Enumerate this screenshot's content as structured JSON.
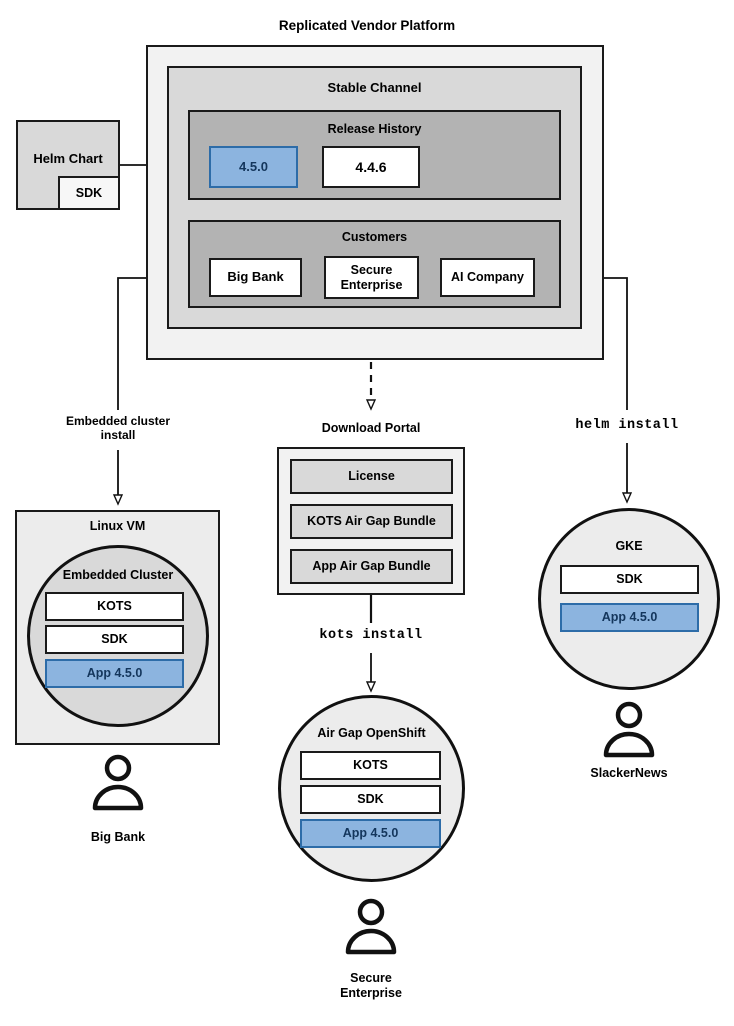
{
  "diagram": {
    "title": "Replicated Vendor Platform",
    "colors": {
      "accent_blue_fill": "#8cb4df",
      "accent_blue_border": "#2d6ca8",
      "accent_blue_text": "#14365c",
      "panel_outer": "#f2f2f2",
      "panel_mid": "#d9d9d9",
      "panel_inner": "#b3b3b3",
      "stroke": "#1a1a1a",
      "background": "#ffffff"
    }
  },
  "platform": {
    "title": "Replicated Vendor Platform",
    "channel": {
      "title": "Stable Channel",
      "release_history": {
        "title": "Release History",
        "releases": [
          {
            "version": "4.5.0",
            "highlighted": true
          },
          {
            "version": "4.4.6",
            "highlighted": false
          }
        ]
      },
      "customers": {
        "title": "Customers",
        "items": [
          {
            "name": "Big Bank"
          },
          {
            "name": "Secure\nEnterprise"
          },
          {
            "name": "AI Company"
          }
        ]
      }
    }
  },
  "helm_chart": {
    "title": "Helm Chart",
    "sdk_label": "SDK"
  },
  "paths": {
    "embedded": {
      "label": "Embedded cluster\ninstall",
      "style": "solid"
    },
    "download": {
      "label": "Download Portal",
      "style": "dashed"
    },
    "helm": {
      "label": "helm install",
      "style": "solid",
      "mono": true
    },
    "kots": {
      "label": "kots install",
      "style": "solid",
      "mono": true
    }
  },
  "targets": {
    "linux_vm": {
      "title": "Linux VM",
      "cluster_title": "Embedded Cluster",
      "components": [
        {
          "label": "KOTS",
          "highlighted": false
        },
        {
          "label": "SDK",
          "highlighted": false
        },
        {
          "label": "App 4.5.0",
          "highlighted": true
        }
      ],
      "customer": "Big Bank"
    },
    "download_portal": {
      "title": "Download Portal",
      "artifacts": [
        {
          "label": "License"
        },
        {
          "label": "KOTS Air Gap Bundle"
        },
        {
          "label": "App Air Gap Bundle"
        }
      ]
    },
    "air_gap_openshift": {
      "title": "Air Gap OpenShift",
      "components": [
        {
          "label": "KOTS",
          "highlighted": false
        },
        {
          "label": "SDK",
          "highlighted": false
        },
        {
          "label": "App 4.5.0",
          "highlighted": true
        }
      ],
      "customer": "Secure\nEnterprise"
    },
    "gke": {
      "title": "GKE",
      "components": [
        {
          "label": "SDK",
          "highlighted": false
        },
        {
          "label": "App 4.5.0",
          "highlighted": true
        }
      ],
      "customer": "SlackerNews"
    }
  }
}
